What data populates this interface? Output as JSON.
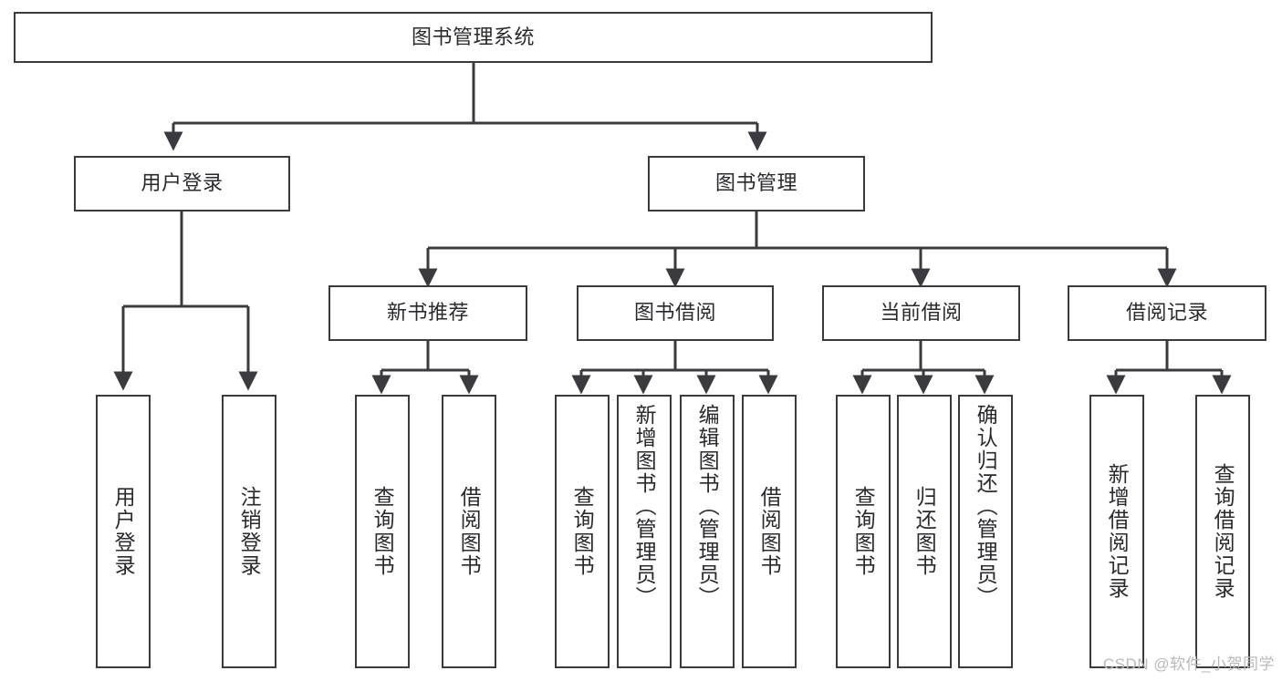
{
  "diagram": {
    "title": "图书管理系统",
    "type": "tree-hierarchy",
    "root": {
      "id": "root",
      "label": "图书管理系统"
    },
    "level2": [
      {
        "id": "user-login",
        "label": "用户登录"
      },
      {
        "id": "book-manage",
        "label": "图书管理"
      }
    ],
    "level3": [
      {
        "id": "new-book-rec",
        "label": "新书推荐",
        "parent": "book-manage"
      },
      {
        "id": "book-borrow",
        "label": "图书借阅",
        "parent": "book-manage"
      },
      {
        "id": "current-borrow",
        "label": "当前借阅",
        "parent": "book-manage"
      },
      {
        "id": "borrow-record",
        "label": "借阅记录",
        "parent": "book-manage"
      }
    ],
    "leaves": {
      "user-login": [
        {
          "id": "leaf-user-login",
          "label": "用户登录"
        },
        {
          "id": "leaf-logout",
          "label": "注销登录"
        }
      ],
      "new-book-rec": [
        {
          "id": "leaf-query-book-1",
          "label": "查询图书"
        },
        {
          "id": "leaf-borrow-book-1",
          "label": "借阅图书"
        }
      ],
      "book-borrow": [
        {
          "id": "leaf-query-book-2",
          "label": "查询图书"
        },
        {
          "id": "leaf-add-book",
          "label": "新增图书（管理员）"
        },
        {
          "id": "leaf-edit-book",
          "label": "编辑图书（管理员）"
        },
        {
          "id": "leaf-borrow-book-2",
          "label": "借阅图书"
        }
      ],
      "current-borrow": [
        {
          "id": "leaf-query-book-3",
          "label": "查询图书"
        },
        {
          "id": "leaf-return-book",
          "label": "归还图书"
        },
        {
          "id": "leaf-confirm-return",
          "label": "确认归还（管理员）"
        }
      ],
      "borrow-record": [
        {
          "id": "leaf-add-record",
          "label": "新增借阅记录"
        },
        {
          "id": "leaf-query-record",
          "label": "查询借阅记录"
        }
      ]
    }
  },
  "watermark": {
    "text": "CSDN @软件_小贺同学"
  },
  "colors": {
    "stroke": "#3b3b3f",
    "fill": "#ffffff",
    "text": "#2a2a2e",
    "watermark": "#b9b9bc"
  }
}
